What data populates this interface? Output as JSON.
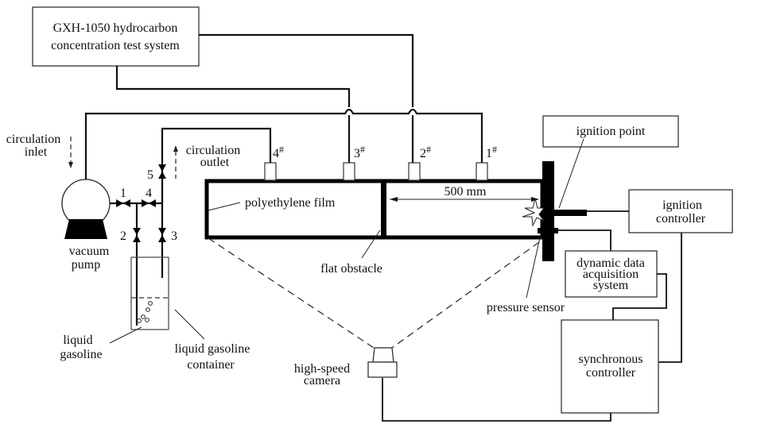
{
  "figure": {
    "title": "Experimental setup for gasoline-air explosion in duct with flat obstacle"
  },
  "boxes": {
    "hydrocarbon_system": [
      "GXH-1050 hydrocarbon",
      "concentration test system"
    ],
    "ignition_point": "ignition point",
    "ignition_controller": [
      "ignition",
      "controller"
    ],
    "daq": [
      "dynamic data",
      "acquisition",
      "system"
    ],
    "sync_controller": [
      "synchronous",
      "controller"
    ]
  },
  "labels": {
    "circulation_inlet": [
      "circulation",
      "inlet"
    ],
    "circulation_outlet": [
      "circulation",
      "outlet"
    ],
    "vacuum_pump": [
      "vacuum",
      "pump"
    ],
    "liquid_gasoline": [
      "liquid",
      "gasoline"
    ],
    "container": [
      "liquid gasoline",
      "container"
    ],
    "polyethylene_film": "polyethylene film",
    "flat_obstacle": "flat obstacle",
    "pressure_sensor": "pressure sensor",
    "high_speed_camera": [
      "high-speed",
      "camera"
    ],
    "distance": "500  mm"
  },
  "valves": [
    "1",
    "2",
    "3",
    "4",
    "5"
  ],
  "sampling_ports": [
    {
      "num": "4",
      "sup": "#"
    },
    {
      "num": "3",
      "sup": "#"
    },
    {
      "num": "2",
      "sup": "#"
    },
    {
      "num": "1",
      "sup": "#"
    }
  ]
}
